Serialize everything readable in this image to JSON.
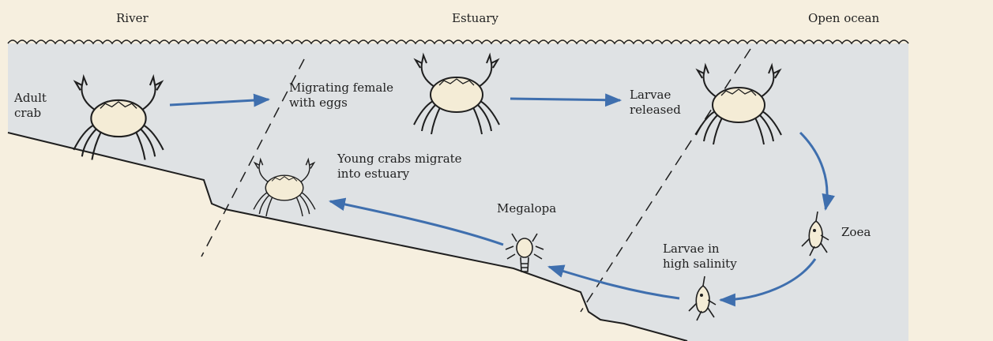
{
  "colors": {
    "paper": "#f6efdf",
    "water": "#dfe2e4",
    "arrow": "#3f6fae",
    "ink": "#1f1f1f",
    "crab_shell": "#f4ecd6"
  },
  "zones": {
    "river": "River",
    "estuary": "Estuary",
    "open_ocean": "Open ocean"
  },
  "labels": {
    "adult_crab": [
      "Adult",
      "crab"
    ],
    "migrating_female": [
      "Migrating female",
      "with eggs"
    ],
    "larvae_released": [
      "Larvae",
      "released"
    ],
    "young_crabs": [
      "Young crabs migrate",
      "into estuary"
    ],
    "megalopa": "Megalopa",
    "zoea": "Zoea",
    "larvae_high_salinity": [
      "Larvae in",
      "high salinity"
    ]
  },
  "icons": {
    "adult": "crab-icon",
    "migrating": "crab-icon",
    "released": "crab-icon",
    "young": "crab-icon",
    "megalopa": "megalopa-icon",
    "zoea": "zoea-icon",
    "larva": "zoea-icon"
  }
}
